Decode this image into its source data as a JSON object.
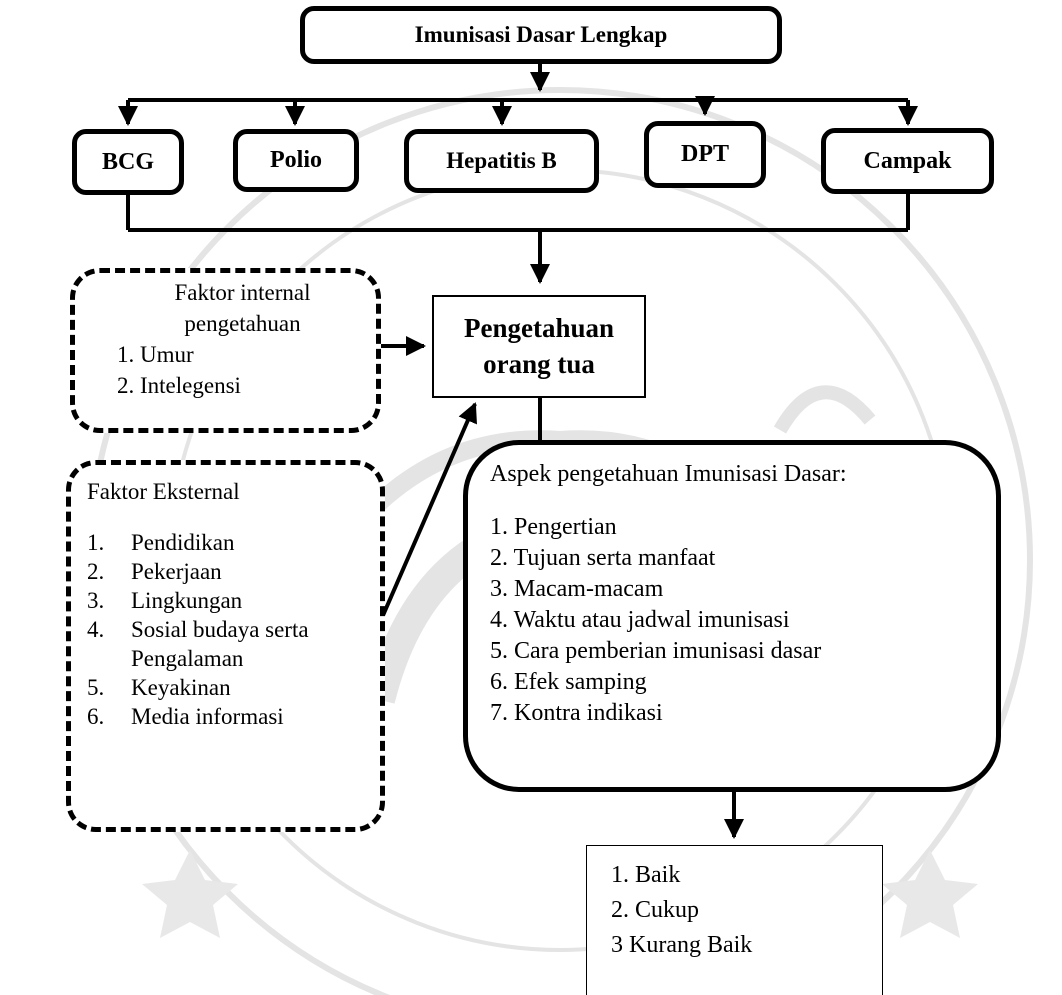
{
  "title": "Imunisasi Dasar Lengkap",
  "vaccines": [
    "BCG",
    "Polio",
    "Hepatitis B",
    "DPT",
    "Campak"
  ],
  "center": "Pengetahuan orang tua",
  "internal": {
    "heading_line1": "Faktor internal",
    "heading_line2": "pengetahuan",
    "items": [
      "1. Umur",
      "2. Intelegensi"
    ]
  },
  "external": {
    "heading": "Faktor Eksternal",
    "items": [
      {
        "num": "1.",
        "text": "Pendidikan"
      },
      {
        "num": "2.",
        "text": "Pekerjaan"
      },
      {
        "num": "3.",
        "text": "Lingkungan"
      },
      {
        "num": "4.",
        "text": "Sosial budaya serta"
      },
      {
        "num": "",
        "text": "Pengalaman"
      },
      {
        "num": "5.",
        "text": "Keyakinan"
      },
      {
        "num": "6.",
        "text": "Media informasi"
      }
    ]
  },
  "aspects": {
    "heading": "Aspek pengetahuan Imunisasi Dasar:",
    "items": [
      "1. Pengertian",
      "2. Tujuan serta manfaat",
      "3. Macam-macam",
      "4. Waktu atau jadwal imunisasi",
      "5. Cara pemberian imunisasi dasar",
      "6. Efek samping",
      "7. Kontra indikasi"
    ]
  },
  "result": {
    "items": [
      "1. Baik",
      "2. Cukup",
      "3  Kurang Baik"
    ]
  },
  "watermark": {
    "color": "#e6e6e6",
    "icon": "university-seal-watermark"
  }
}
